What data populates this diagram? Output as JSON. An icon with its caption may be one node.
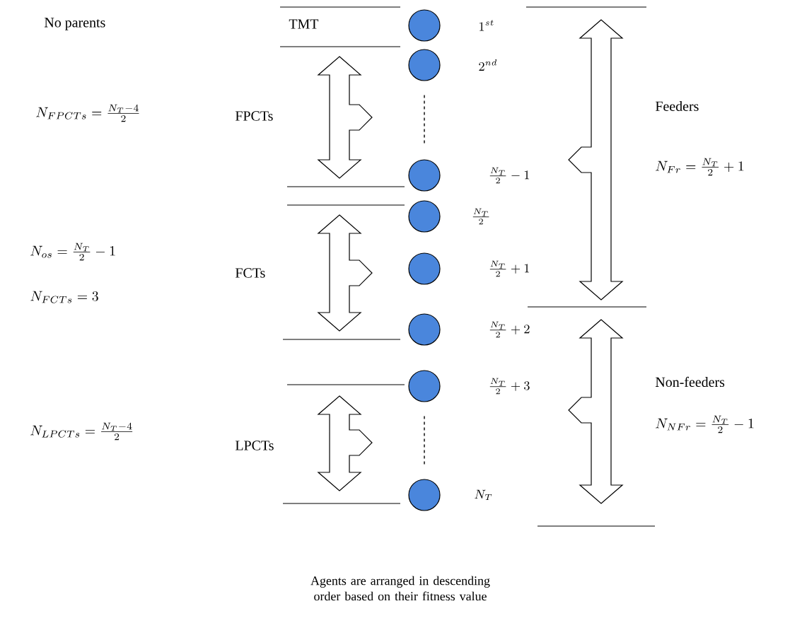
{
  "diagram": {
    "caption": "Agents are arranged in descending order based on their fitness value",
    "nodes": [
      {
        "text": [],
        "shape": "circle",
        "beside": [
          "1^{st}"
        ]
      },
      {
        "text": [],
        "shape": "circle",
        "beside": [
          "2^{nd}"
        ]
      },
      {
        "text": [],
        "shape": "circle",
        "beside": [
          "\\frac{N_T}{2}-1"
        ]
      },
      {
        "text": [],
        "shape": "circle",
        "beside": [
          "\\frac{N_T}{2}"
        ]
      },
      {
        "text": [],
        "shape": "circle",
        "beside": [
          "\\frac{N_T}{2}+1"
        ]
      },
      {
        "text": [],
        "shape": "circle",
        "beside": [
          "\\frac{N_T}{2}+2"
        ]
      },
      {
        "text": [],
        "shape": "circle",
        "beside": [
          "\\frac{N_T}{2}+3"
        ]
      },
      {
        "text": [],
        "shape": "circle",
        "beside": [
          "N_T"
        ]
      }
    ],
    "edges": [
      {
        "from": 1,
        "to": 2,
        "arrow": "none",
        "style": "dashed"
      },
      {
        "from": 6,
        "to": 7,
        "arrow": "none",
        "style": "dashed"
      }
    ],
    "labels": [
      "No parents",
      "TMT",
      "N_{FPCTs} = \\frac{N_T -4}{2}",
      "FPCTs",
      "Feeders",
      "N_{Fr} = \\frac{N_T}{2} +1",
      "N_{os} = \\frac{N_T}{2}-1",
      "FCTs",
      "N_{FCTs} = 3",
      "Non-feeders",
      "N_{NFr} = \\frac{N_T}{2} -1",
      "N_{LPCTs} = \\frac{N_T -4}{2}",
      "LPCTs"
    ]
  }
}
